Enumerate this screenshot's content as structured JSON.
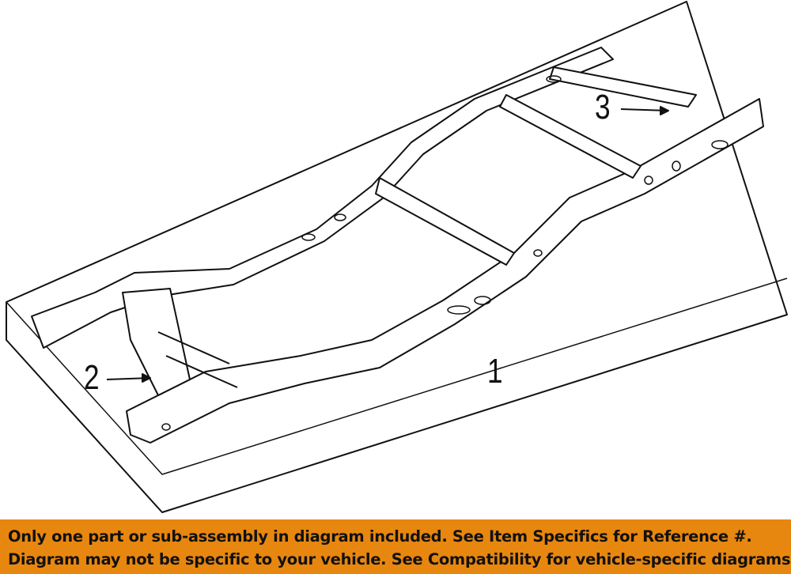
{
  "diagram": {
    "callouts": {
      "part1": "1",
      "part2": "2",
      "part3": "3"
    }
  },
  "banner": {
    "line1": "Only one part or sub-assembly in diagram included. See Item Specifics for Reference #.",
    "line2": "Diagram may not be specific to your vehicle. See Compatibility for vehicle-specific diagrams.",
    "color": "#e8870f"
  }
}
